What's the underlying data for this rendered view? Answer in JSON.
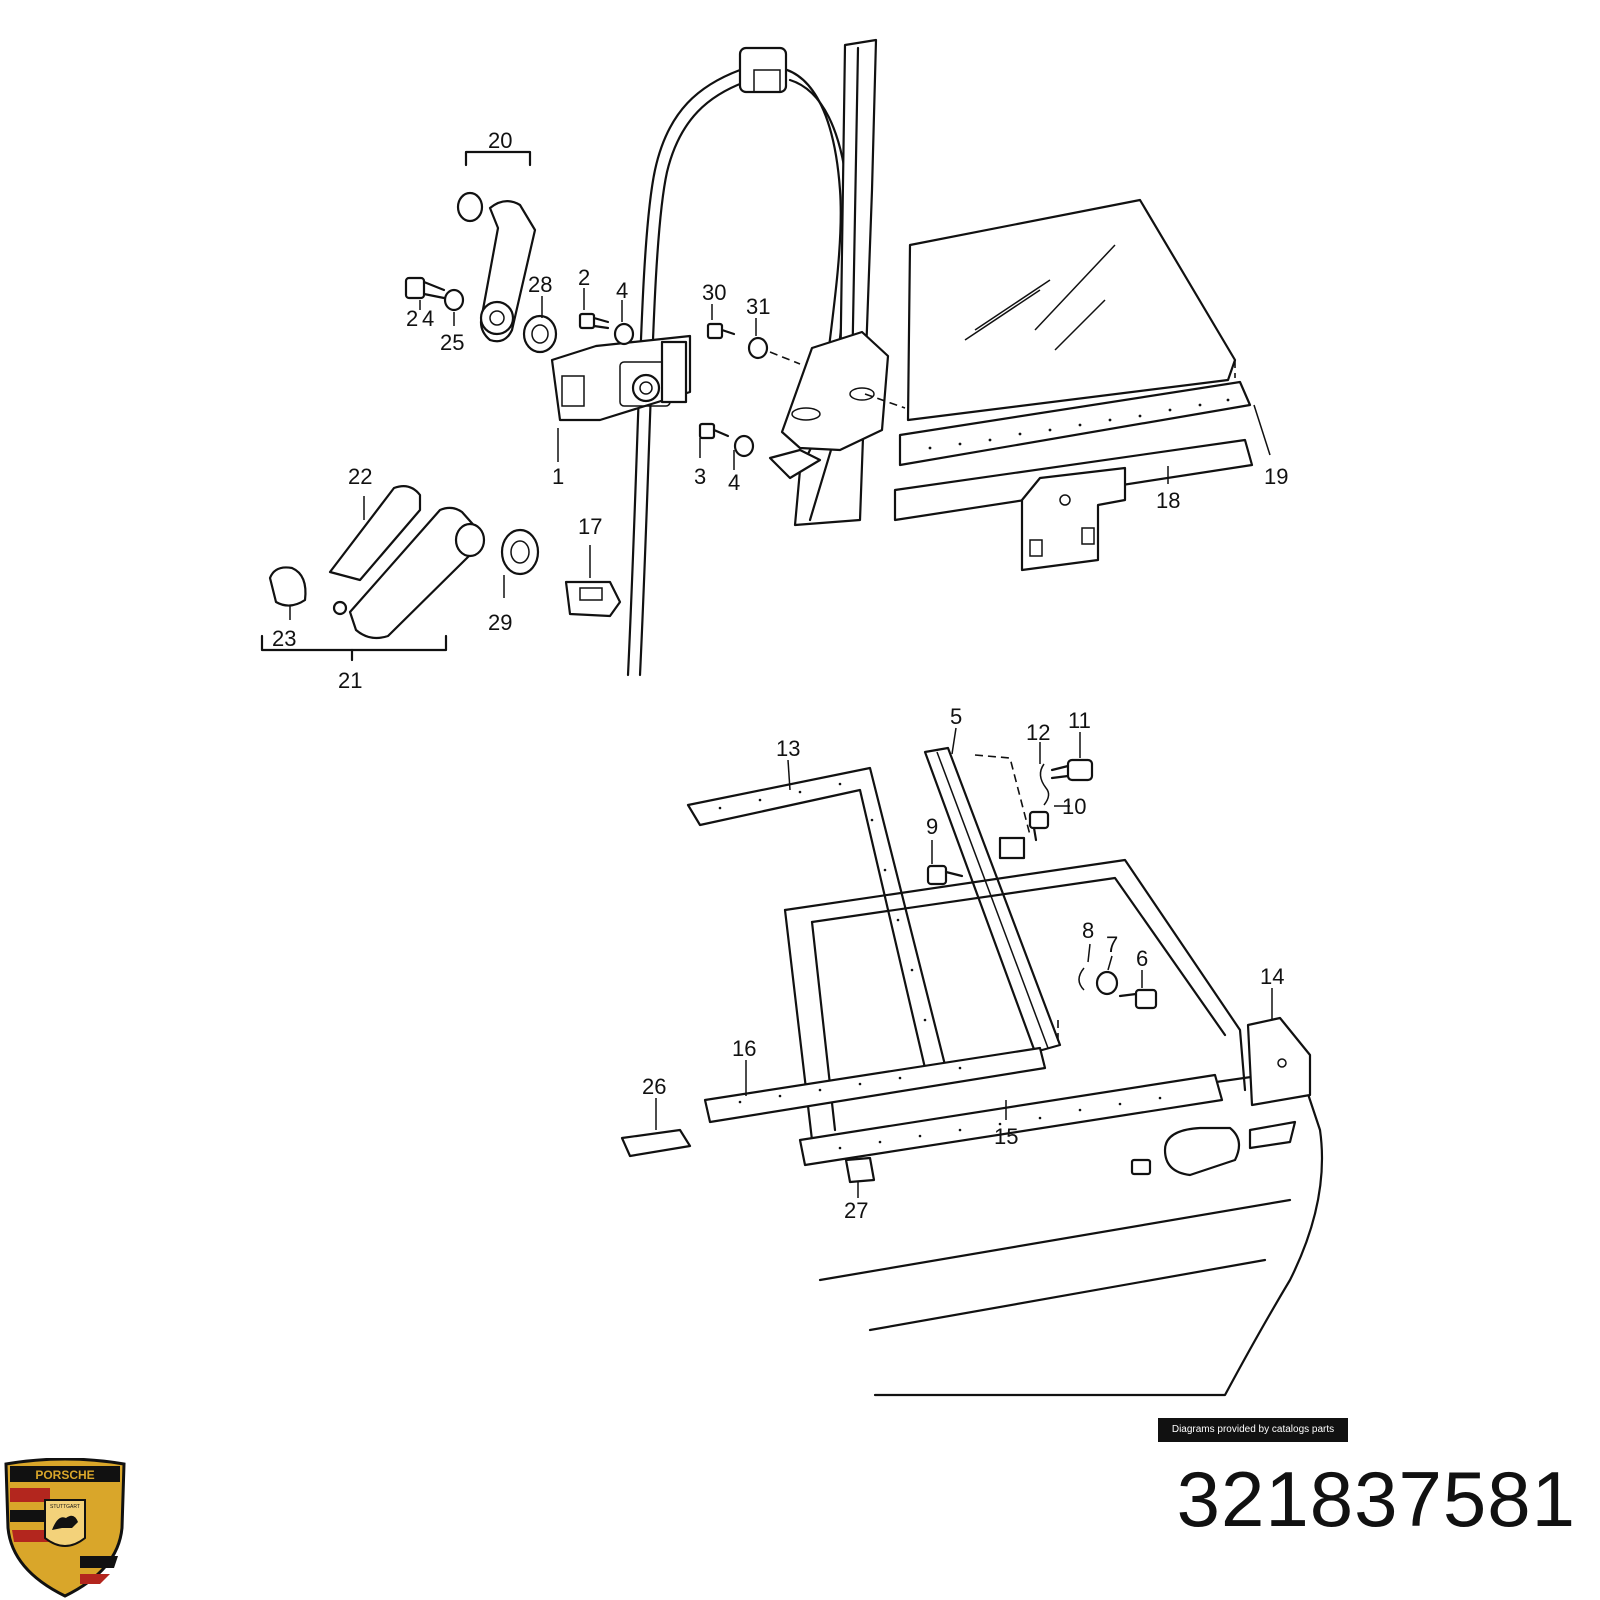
{
  "callouts": [
    "1",
    "2",
    "2",
    "3",
    "4",
    "4",
    "4",
    "5",
    "6",
    "7",
    "8",
    "9",
    "10",
    "11",
    "12",
    "13",
    "14",
    "15",
    "16",
    "17",
    "18",
    "19",
    "20",
    "21",
    "22",
    "23",
    "25",
    "26",
    "27",
    "28",
    "29",
    "30",
    "31"
  ],
  "credit": "Diagrams provided by catalogs parts",
  "part_number": "321837581",
  "brand": {
    "name": "PORSCHE",
    "city": "STUTTGART"
  },
  "colors": {
    "ink": "#111111",
    "crest_gold": "#d9a62a",
    "crest_red": "#b3261e",
    "crest_black": "#111111"
  }
}
